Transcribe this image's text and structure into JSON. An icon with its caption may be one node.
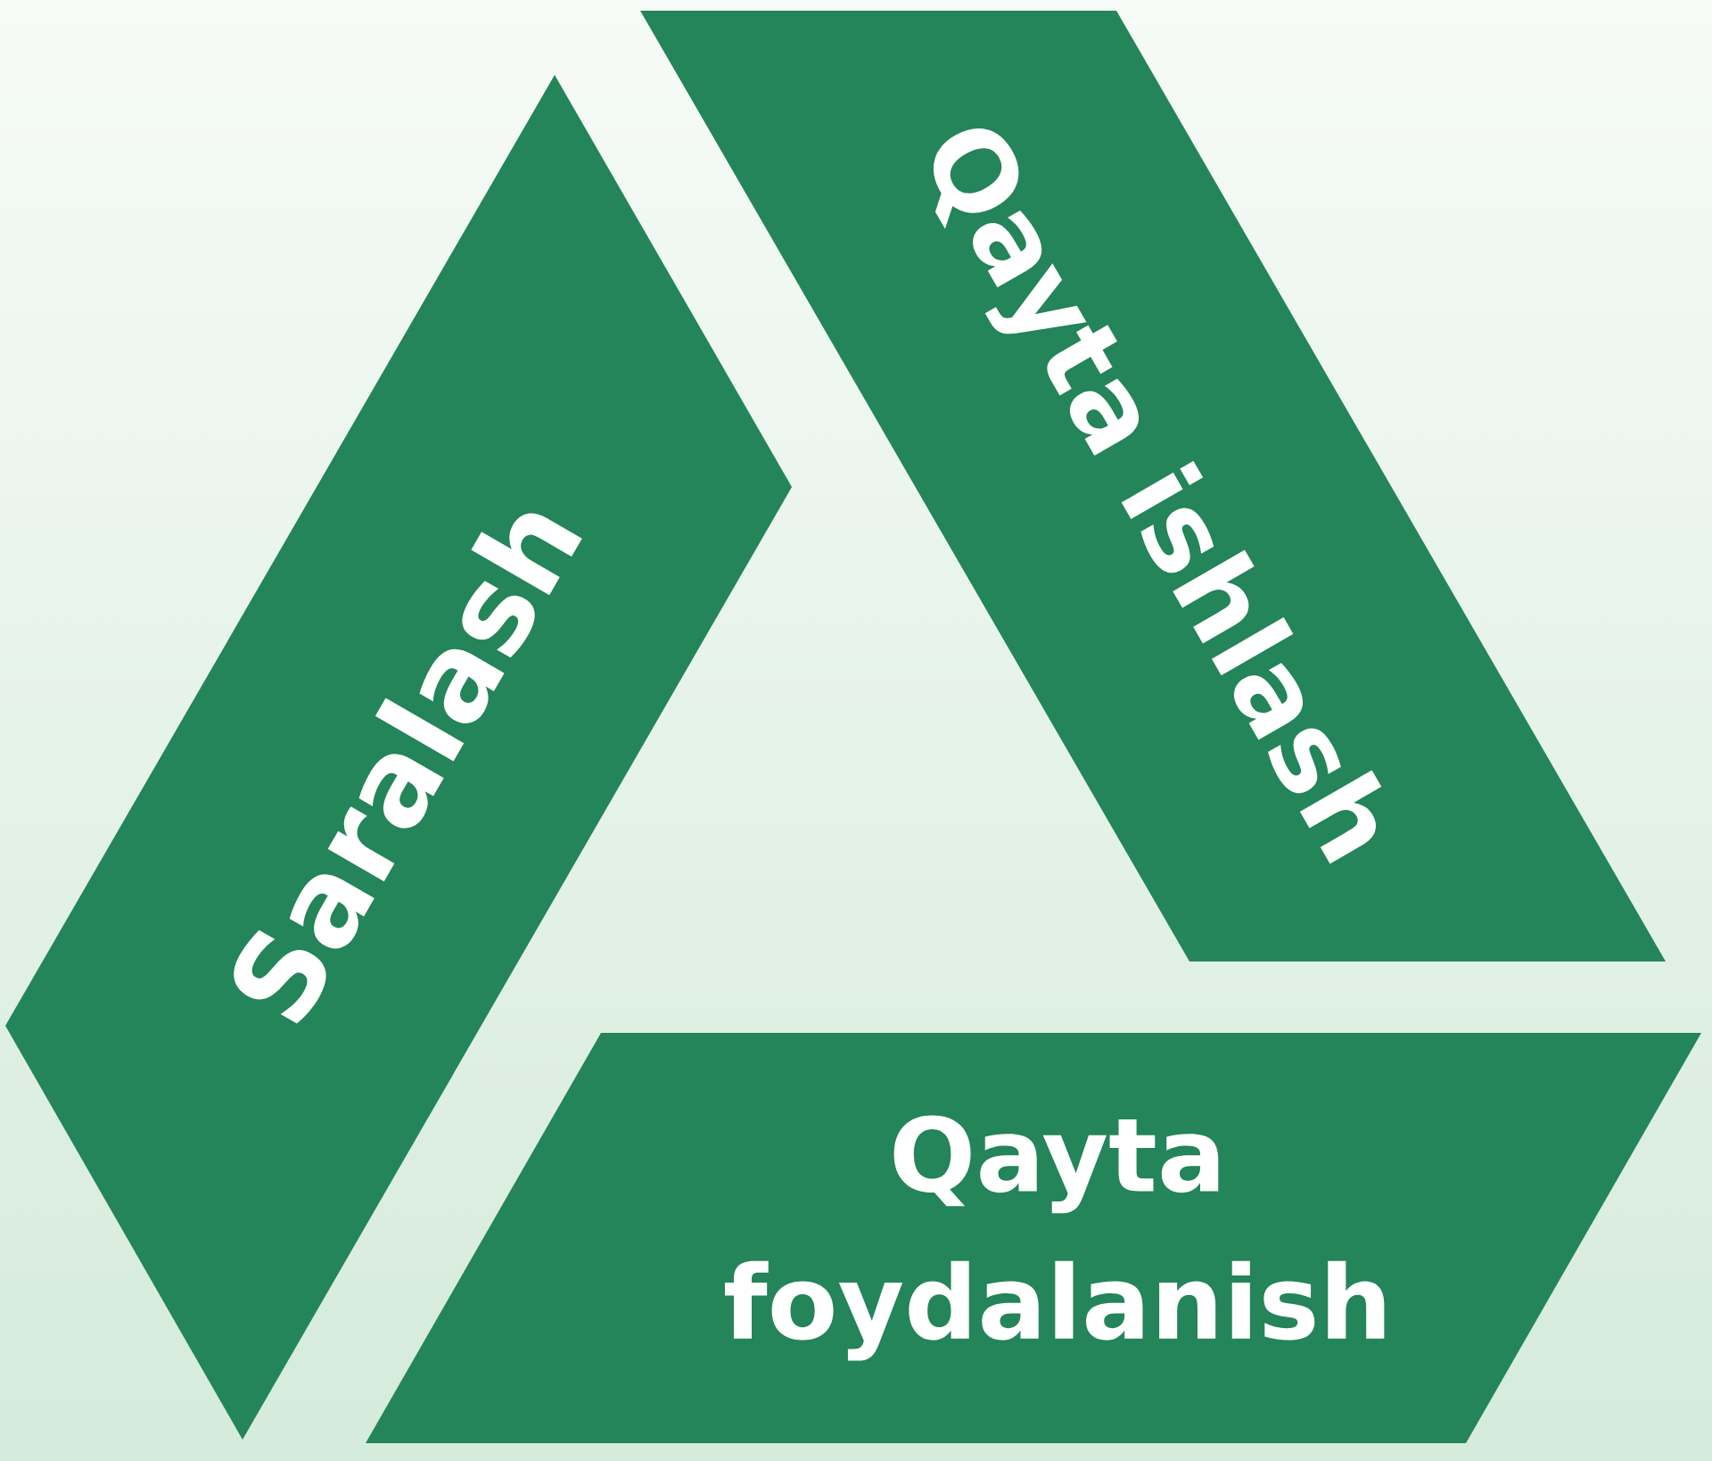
{
  "diagram": {
    "nodes": [
      {
        "text": [
          "Saralash"
        ]
      },
      {
        "text": [
          "Qayta ishlash"
        ]
      },
      {
        "text": [
          "Qayta foydalanish"
        ]
      }
    ]
  }
}
